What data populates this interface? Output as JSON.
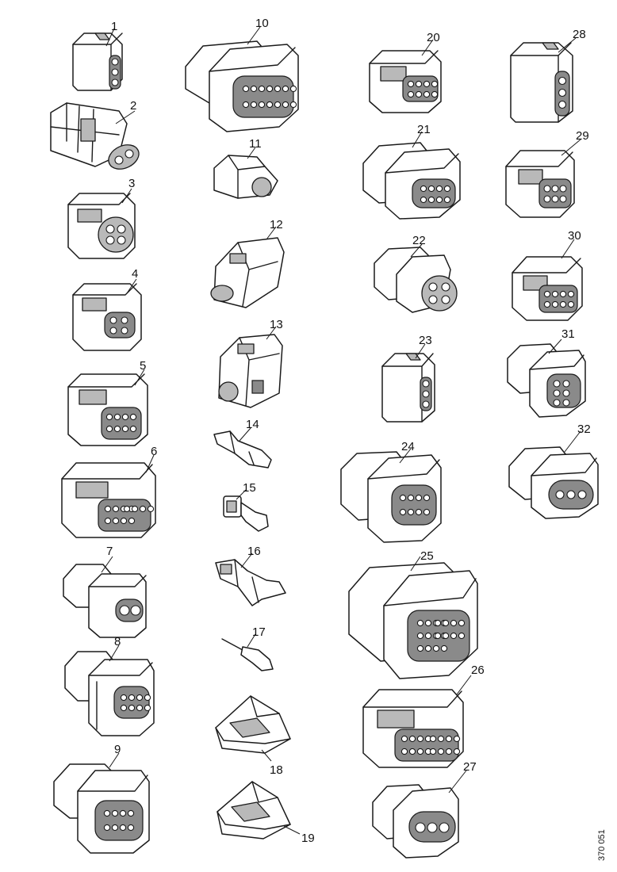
{
  "figure": {
    "reference": "370 051",
    "callouts": [
      "1",
      "2",
      "3",
      "4",
      "5",
      "6",
      "7",
      "8",
      "9",
      "10",
      "11",
      "12",
      "13",
      "14",
      "15",
      "16",
      "17",
      "18",
      "19",
      "20",
      "21",
      "22",
      "23",
      "24",
      "25",
      "26",
      "27",
      "28",
      "29",
      "30",
      "31",
      "32"
    ]
  },
  "colors": {
    "ink": "#1a1a1a",
    "shade": "#b9b9b9",
    "paper": "#ffffff"
  }
}
